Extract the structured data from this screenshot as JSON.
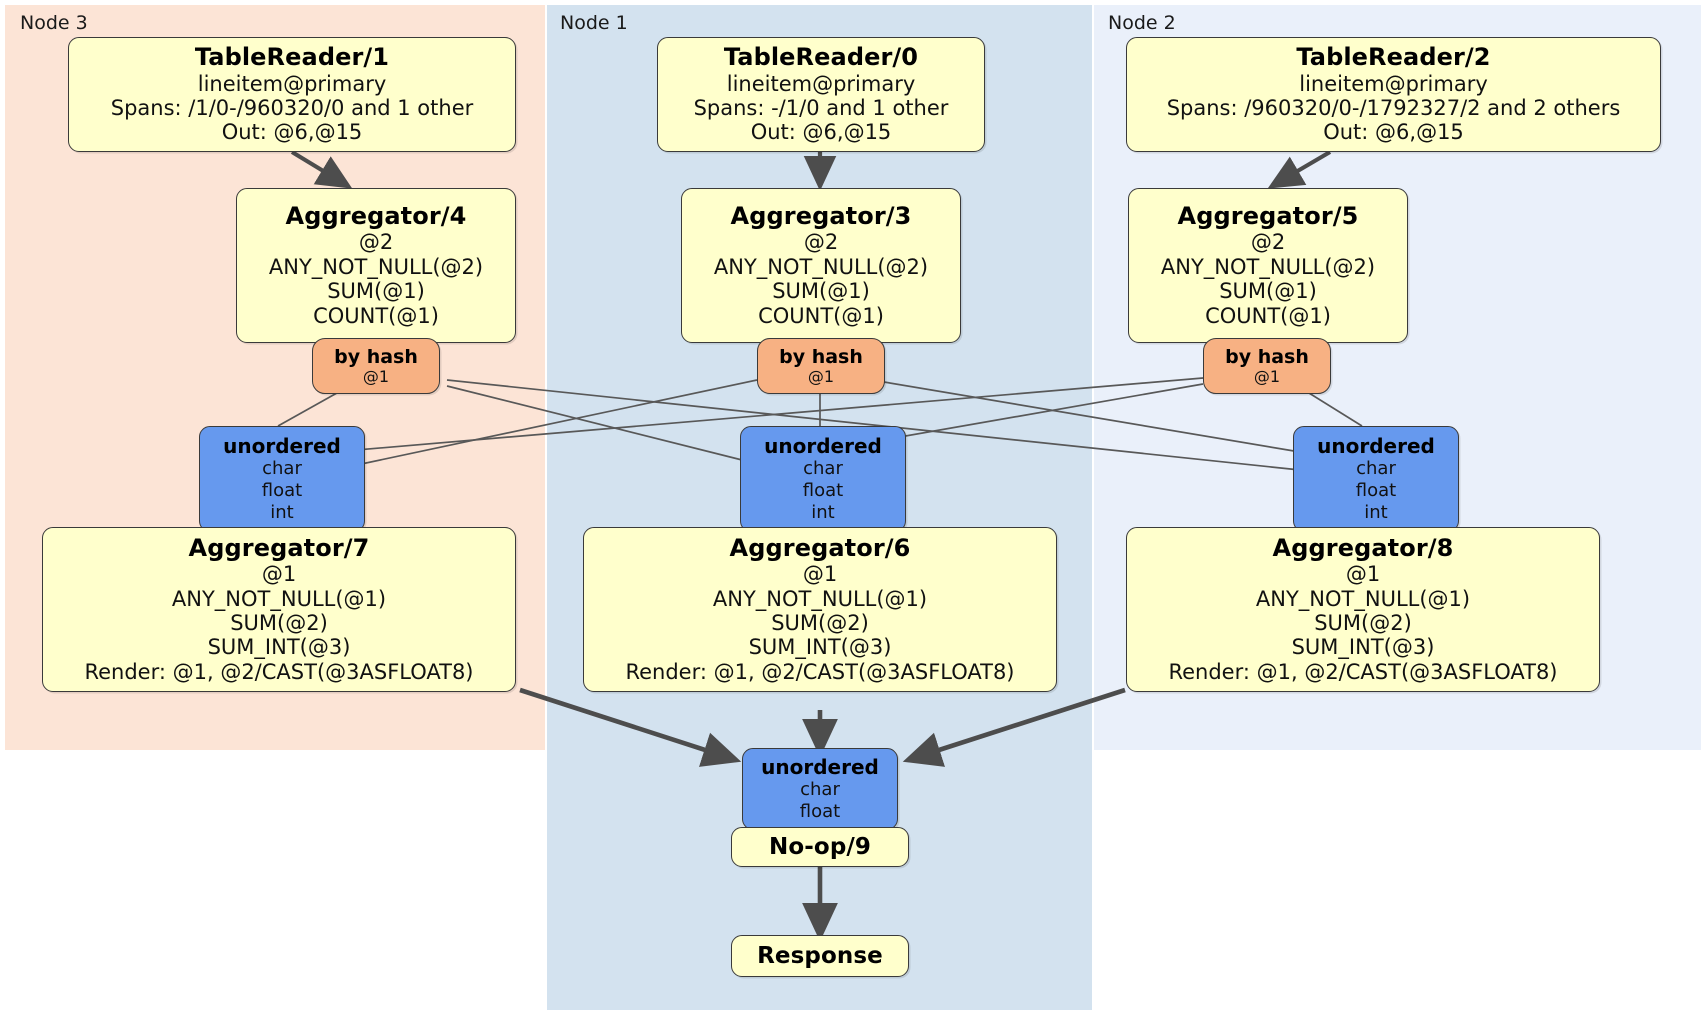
{
  "diagram": {
    "type": "distributed-query-plan",
    "colors": {
      "node3_bg": "#fce4d6",
      "node1_bg": "#d3e2ef",
      "node2_bg": "#eaf0fa",
      "processor": "#ffffcc",
      "by_hash": "#f7b183",
      "router": "#6699ee",
      "stroke": "#3a3a3a"
    }
  },
  "nodes": [
    {
      "id": "node3",
      "label": "Node 3"
    },
    {
      "id": "node1",
      "label": "Node 1"
    },
    {
      "id": "node2",
      "label": "Node 2"
    }
  ],
  "table_readers": [
    {
      "title": "TableReader/1",
      "lines": [
        "lineitem@primary",
        "Spans: /1/0-/960320/0 and 1 other",
        "Out: @6,@15"
      ]
    },
    {
      "title": "TableReader/0",
      "lines": [
        "lineitem@primary",
        "Spans: -/1/0 and 1 other",
        "Out: @6,@15"
      ]
    },
    {
      "title": "TableReader/2",
      "lines": [
        "lineitem@primary",
        "Spans: /960320/0-/1792327/2 and 2 others",
        "Out: @6,@15"
      ]
    }
  ],
  "local_aggregators": [
    {
      "title": "Aggregator/4",
      "lines": [
        "@2",
        "ANY_NOT_NULL(@2)",
        "SUM(@1)",
        "COUNT(@1)"
      ]
    },
    {
      "title": "Aggregator/3",
      "lines": [
        "@2",
        "ANY_NOT_NULL(@2)",
        "SUM(@1)",
        "COUNT(@1)"
      ]
    },
    {
      "title": "Aggregator/5",
      "lines": [
        "@2",
        "ANY_NOT_NULL(@2)",
        "SUM(@1)",
        "COUNT(@1)"
      ]
    }
  ],
  "by_hash_outputs": [
    {
      "title": "by hash",
      "lines": [
        "@1"
      ]
    },
    {
      "title": "by hash",
      "lines": [
        "@1"
      ]
    },
    {
      "title": "by hash",
      "lines": [
        "@1"
      ]
    }
  ],
  "routers": [
    {
      "title": "unordered",
      "lines": [
        "char",
        "float",
        "int"
      ]
    },
    {
      "title": "unordered",
      "lines": [
        "char",
        "float",
        "int"
      ]
    },
    {
      "title": "unordered",
      "lines": [
        "char",
        "float",
        "int"
      ]
    }
  ],
  "final_aggregators": [
    {
      "title": "Aggregator/7",
      "lines": [
        "@1",
        "ANY_NOT_NULL(@1)",
        "SUM(@2)",
        "SUM_INT(@3)",
        "Render: @1, @2/CAST(@3ASFLOAT8)"
      ]
    },
    {
      "title": "Aggregator/6",
      "lines": [
        "@1",
        "ANY_NOT_NULL(@1)",
        "SUM(@2)",
        "SUM_INT(@3)",
        "Render: @1, @2/CAST(@3ASFLOAT8)"
      ]
    },
    {
      "title": "Aggregator/8",
      "lines": [
        "@1",
        "ANY_NOT_NULL(@1)",
        "SUM(@2)",
        "SUM_INT(@3)",
        "Render: @1, @2/CAST(@3ASFLOAT8)"
      ]
    }
  ],
  "merge_router": {
    "title": "unordered",
    "lines": [
      "char",
      "float"
    ]
  },
  "noop": {
    "title": "No-op/9"
  },
  "response": {
    "title": "Response"
  }
}
